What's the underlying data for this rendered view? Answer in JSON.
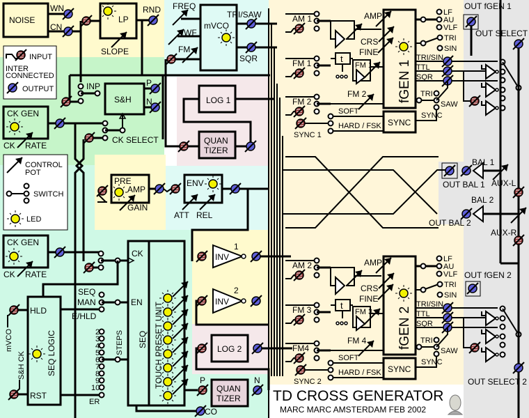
{
  "title": "TD CROSS GENERATOR",
  "subtitle": "MARC MARC AMSTERDAM FEB 2002",
  "colors": {
    "yellow_zone": "#FFFACD",
    "green_zone": "#C6F5C9",
    "cyan_zone": "#DFFAF5",
    "pink_zone": "#F5E8EA",
    "gray_zone": "#E6E6E6",
    "fgen_zone": "#FFF6D9",
    "output_jack": "#5F5FD8",
    "input_jack": "#8A2A2A",
    "led": "#F2F200",
    "quantizer_fill": "#E8D5DC"
  },
  "legend": {
    "input": "INPUT",
    "inter_connected": [
      "INTER",
      "CONNECTED"
    ],
    "output": "OUTPUT",
    "control_pot": [
      "CONTROL",
      "POT"
    ],
    "switch": "SWITCH",
    "led": "LED"
  },
  "modules": {
    "noise": {
      "name": "NOISE",
      "wn": "WN",
      "cn": "CN"
    },
    "lp": {
      "name": "LP",
      "slope": "SLOPE",
      "rnd": "RND"
    },
    "mvco": {
      "name": "mVCO",
      "freq": "FREQ",
      "wf": "WF",
      "fm": "FM",
      "trisaw": "TRI/SAW",
      "sqr": "SQR"
    },
    "sh": {
      "name": "S&H",
      "inp": "INP",
      "p": "P",
      "n": "N",
      "ck_select": "CK SELECT"
    },
    "ckgen1": {
      "name": "CK GEN",
      "ck": "CK",
      "rate": "RATE"
    },
    "ckgen2": {
      "name": "CK GEN",
      "ck": "CK",
      "rate": "RATE"
    },
    "log1": {
      "name": "LOG 1"
    },
    "quantizer1": {
      "line1": "QUAN",
      "line2": "TIZER"
    },
    "preamp": {
      "pre": "PRE",
      "amp": "AMP",
      "gain": "GAIN"
    },
    "env": {
      "name": "ENV",
      "att": "ATT",
      "rel": "REL"
    },
    "seq_logic": {
      "name": "SEQ LOGIC",
      "hld": "HLD",
      "rst": "RST",
      "mvco": "mVCO",
      "sh_ck": "S&H CK"
    },
    "seq": {
      "name": "SEQ",
      "unit": "TOUCH PRESET UNIT",
      "ck": "CK",
      "en": "EN",
      "steps": "STEPS",
      "seq_modes": [
        "SEQ",
        "MAN",
        "E/HLD"
      ],
      "step_options": [
        "2",
        "3",
        "4",
        "5",
        "6",
        "7",
        "8",
        "9",
        "10"
      ],
      "er": "ER",
      "co": "CO"
    },
    "inv1": {
      "name": "INV",
      "num": "1"
    },
    "inv2": {
      "name": "INV",
      "num": "2"
    },
    "log2": {
      "name": "LOG 2"
    },
    "quantizer2": {
      "line1": "QUAN",
      "line2": "TIZER",
      "p": "P",
      "n": "N"
    },
    "fgen1": {
      "name": "fGEN 1",
      "am": "AM 1",
      "fm1": "FM 1",
      "fm2": "FM 2",
      "sync": "SYNC 1",
      "amp": "AMP",
      "crs": "CRS",
      "fine": "FINE",
      "fm_inner": "FM 1",
      "fm_pot": "FM 2",
      "t": "t",
      "soft": "SOFT",
      "hard": "HARD / FSK",
      "sync_box": "SYNC",
      "ranges": [
        "LF",
        "AU",
        "VLF"
      ],
      "waves": [
        "TRI",
        "SIN"
      ],
      "outs": [
        "TRI/SIN",
        "TTL",
        "SQR"
      ],
      "mode": [
        "TRI",
        "SAW",
        "SYNC"
      ]
    },
    "fgen2": {
      "name": "fGEN 2",
      "am": "AM 2",
      "fm1": "FM 3",
      "fm2": "FM4",
      "sync": "SYNC 2",
      "amp": "AMP",
      "crs": "CRS",
      "fine": "FINE",
      "fm_inner": "FM 3",
      "fm_pot": "FM 4",
      "t": "t",
      "soft": "SOFT",
      "hard": "HARD / FSK",
      "sync_box": "SYNC",
      "ranges": [
        "LF",
        "AU",
        "VLF"
      ],
      "waves": [
        "TRI",
        "SIN"
      ],
      "outs": [
        "TRI/SIN",
        "TTL",
        "SQR"
      ],
      "mode": [
        "TRI",
        "SAW",
        "SYNC"
      ]
    },
    "outputs": {
      "out_fgen1": "OUT fGEN 1",
      "out_select1": "OUT SELECT 1",
      "bal1": "BAL 1",
      "out_bal1": "OUT BAL 1",
      "aux_l": "AUX-L",
      "bal2": "BAL 2",
      "out_bal2": "OUT BAL 2",
      "aux_r": "AUX-R",
      "out_fgen2": "OUT fGEN 2",
      "out_select2": "OUT SELECT 2"
    }
  }
}
